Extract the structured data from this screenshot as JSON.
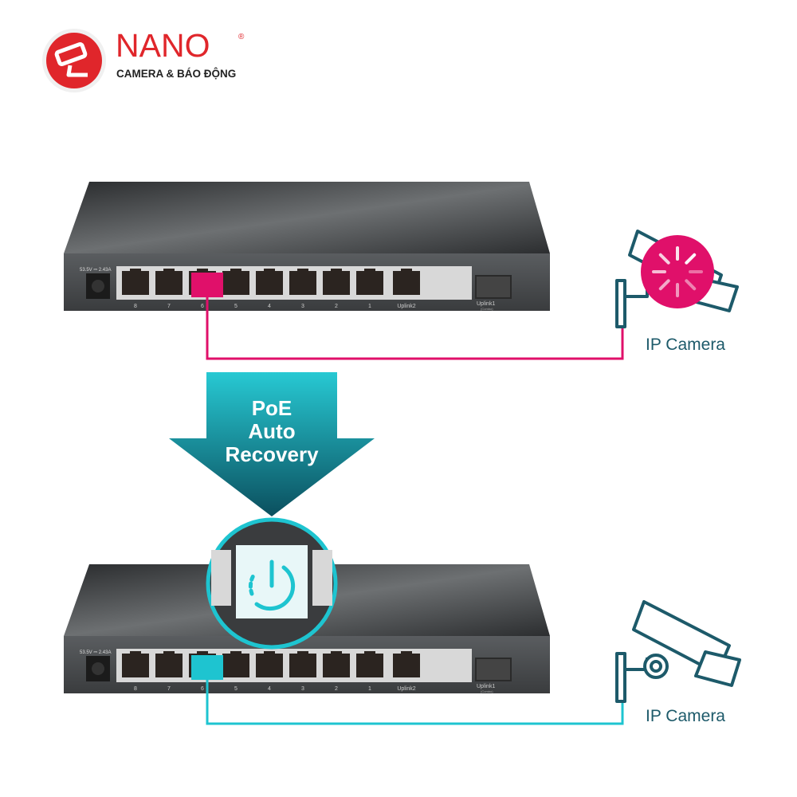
{
  "logo": {
    "brand": "NANO",
    "registered": "®",
    "tagline": "CAMERA & BÁO ĐỘNG"
  },
  "switch": {
    "power_label": "53.5V ⎓ 2.43A",
    "port_labels": [
      "8",
      "7",
      "6",
      "5",
      "4",
      "3",
      "2",
      "1",
      "Uplink2"
    ],
    "sfp_label": "Uplink1",
    "sfp_sublabel": "(Combo)"
  },
  "arrow": {
    "line1": "PoE",
    "line2": "Auto",
    "line3": "Recovery"
  },
  "cameras": [
    {
      "label": "IP Camera",
      "state": "loading"
    },
    {
      "label": "IP Camera",
      "state": "recovered"
    }
  ],
  "colors": {
    "fault": "#e0106a",
    "ok": "#1ec4d0",
    "camera": "#1d5a6a",
    "logo_red": "#e0262b"
  }
}
